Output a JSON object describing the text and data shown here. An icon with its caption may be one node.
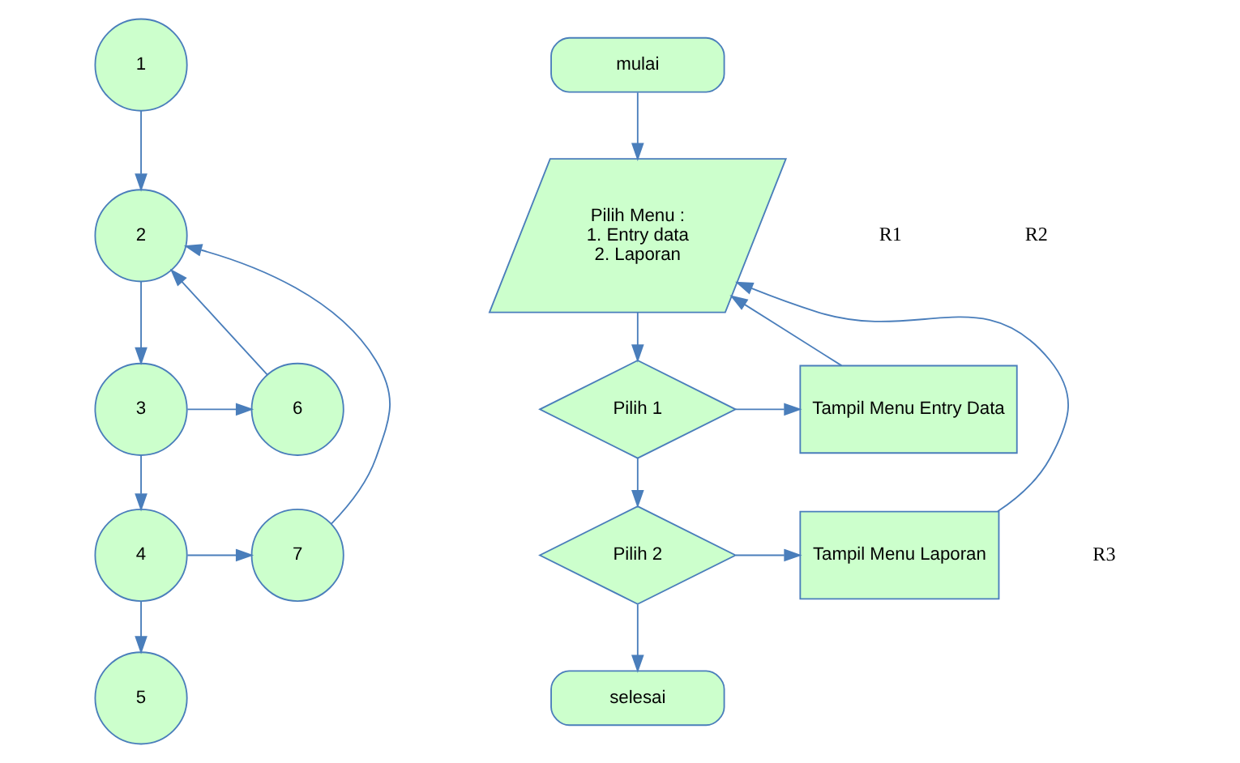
{
  "diagram": {
    "nodes": [
      {
        "text": [
          "1"
        ]
      },
      {
        "text": [
          "2"
        ]
      },
      {
        "text": [
          "3"
        ]
      },
      {
        "text": [
          "4"
        ]
      },
      {
        "text": [
          "5"
        ]
      },
      {
        "text": [
          "6"
        ]
      },
      {
        "text": [
          "7"
        ]
      },
      {
        "text": [
          "mulai"
        ]
      },
      {
        "text": [
          "Pilih Menu :",
          "1. Entry data",
          "2. Laporan"
        ]
      },
      {
        "text": [
          "Pilih 1"
        ]
      },
      {
        "text": [
          "Tampil Menu Entry Data"
        ]
      },
      {
        "text": [
          "Pilih 2"
        ]
      },
      {
        "text": [
          "Tampil Menu Laporan"
        ]
      },
      {
        "text": [
          "selesai"
        ]
      }
    ],
    "edges": [
      {
        "from": 0,
        "to": 1,
        "arrow": "to"
      },
      {
        "from": 1,
        "to": 2,
        "arrow": "to"
      },
      {
        "from": 2,
        "to": 5,
        "arrow": "to"
      },
      {
        "from": 2,
        "to": 3,
        "arrow": "to"
      },
      {
        "from": 5,
        "to": 1,
        "arrow": "to"
      },
      {
        "from": 3,
        "to": 6,
        "arrow": "to"
      },
      {
        "from": 6,
        "to": 1,
        "arrow": "to"
      },
      {
        "from": 3,
        "to": 4,
        "arrow": "to"
      },
      {
        "from": 7,
        "to": 8,
        "arrow": "to"
      },
      {
        "from": 8,
        "to": 9,
        "arrow": "to"
      },
      {
        "from": 9,
        "to": 10,
        "arrow": "to"
      },
      {
        "from": 10,
        "to": 8,
        "arrow": "to"
      },
      {
        "from": 9,
        "to": 11,
        "arrow": "to"
      },
      {
        "from": 11,
        "to": 12,
        "arrow": "to"
      },
      {
        "from": 12,
        "to": 8,
        "arrow": "to"
      },
      {
        "from": 11,
        "to": 13,
        "arrow": "to"
      }
    ],
    "labels": [
      "R1",
      "R2",
      "R3"
    ]
  }
}
